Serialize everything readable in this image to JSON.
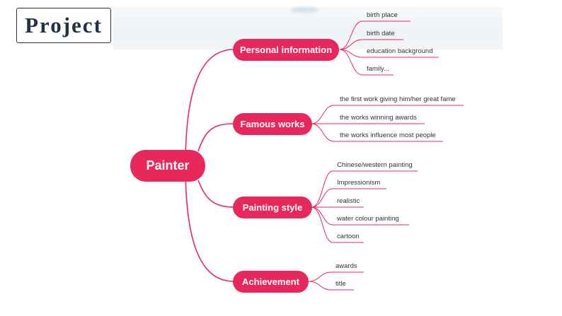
{
  "header": {
    "title": "Project"
  },
  "mindmap": {
    "root": "Painter",
    "branches": [
      {
        "label": "Personal information",
        "leaves": [
          "birth place",
          "birth date",
          "education background",
          "family..."
        ]
      },
      {
        "label": "Famous works",
        "leaves": [
          "the first work giving him/her great fame",
          "the works winning awards",
          "the works influence most people"
        ]
      },
      {
        "label": "Painting style",
        "leaves": [
          "Chinese/western painting",
          "Impressionism",
          "realistic",
          "water colour painting",
          "cartoon"
        ]
      },
      {
        "label": "Achievement",
        "leaves": [
          "awards",
          "title"
        ]
      }
    ]
  },
  "colors": {
    "accent": "#e8275a",
    "title_border": "#1f3347"
  }
}
